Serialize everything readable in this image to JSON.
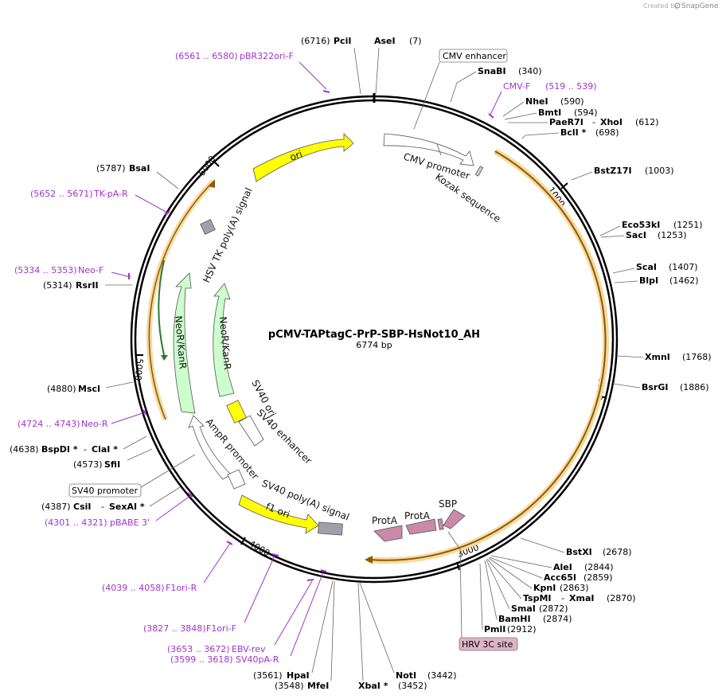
{
  "watermark": {
    "created_by": "Created by",
    "brand": "SnapGene"
  },
  "plasmid": {
    "name": "pCMV-TAPtagC-PrP-SBP-HsNot10_AH",
    "length": "6774 bp"
  },
  "ticks": [
    "1000",
    "2000",
    "3000",
    "4000",
    "5000",
    "6000"
  ],
  "sites": [
    {
      "pos": "(6716)",
      "name": "PciI"
    },
    {
      "pos": "(7)",
      "name": "AseI"
    },
    {
      "pos": "(340)",
      "name": "SnaBI"
    },
    {
      "pos": "(590)",
      "name": "NheI"
    },
    {
      "pos": "(594)",
      "name": "BmtI"
    },
    {
      "pos": "(612)",
      "name": "PaeR7I",
      "name2": "XhoI"
    },
    {
      "pos": "(698)",
      "name": "BclI *"
    },
    {
      "pos": "(1003)",
      "name": "BstZ17I"
    },
    {
      "pos": "(1251)",
      "name": "Eco53kI"
    },
    {
      "pos": "(1253)",
      "name": "SacI"
    },
    {
      "pos": "(1407)",
      "name": "ScaI"
    },
    {
      "pos": "(1462)",
      "name": "BlpI"
    },
    {
      "pos": "(1768)",
      "name": "XmnI"
    },
    {
      "pos": "(1886)",
      "name": "BsrGI"
    },
    {
      "pos": "(2678)",
      "name": "BstXI"
    },
    {
      "pos": "(2844)",
      "name": "AleI"
    },
    {
      "pos": "(2859)",
      "name": "Acc65I"
    },
    {
      "pos": "(2863)",
      "name": "KpnI"
    },
    {
      "pos": "(2870)",
      "name": "TspMI",
      "name2": "XmaI"
    },
    {
      "pos": "(2872)",
      "name": "SmaI"
    },
    {
      "pos": "(2874)",
      "name": "BamHI"
    },
    {
      "pos": "(2912)",
      "name": "PmlI"
    },
    {
      "pos": "(3442)",
      "name": "NotI"
    },
    {
      "pos": "(3452)",
      "name": "XbaI *"
    },
    {
      "pos": "(3548)",
      "name": "MfeI"
    },
    {
      "pos": "(3561)",
      "name": "HpaI"
    },
    {
      "pos": "(4387)",
      "name": "CsiI",
      "name2": "SexAI *"
    },
    {
      "pos": "(4573)",
      "name": "SfiI"
    },
    {
      "pos": "(4638)",
      "name": "BspDI *",
      "name2": "ClaI *"
    },
    {
      "pos": "(4880)",
      "name": "MscI"
    },
    {
      "pos": "(5314)",
      "name": "RsrII"
    },
    {
      "pos": "(5787)",
      "name": "BsaI"
    }
  ],
  "primers": [
    {
      "range": "(6561 .. 6580)",
      "name": "pBR322ori-F"
    },
    {
      "range": "(519 .. 539)",
      "name": "CMV-F"
    },
    {
      "range": "(5652 .. 5671)",
      "name": "TK-pA-R"
    },
    {
      "range": "(5334 .. 5353)",
      "name": "Neo-F"
    },
    {
      "range": "(4724 .. 4743)",
      "name": "Neo-R"
    },
    {
      "range": "(4301 .. 4321)",
      "name": "pBABE 3'"
    },
    {
      "range": "(4039 .. 4058)",
      "name": "F1ori-R"
    },
    {
      "range": "(3827 .. 3848)",
      "name": "F1ori-F"
    },
    {
      "range": "(3653 .. 3672)",
      "name": "EBV-rev"
    },
    {
      "range": "(3599 .. 3618)",
      "name": "SV40pA-R"
    }
  ],
  "boxed_features": {
    "cmv_enhancer": "CMV enhancer",
    "sv40_promoter": "SV40 promoter",
    "hrv_site": "HRV 3C site"
  },
  "features": {
    "ori": "ori",
    "cmv_promoter": "CMV promoter",
    "kozak": "Kozak sequence",
    "hsv_tk": "HSV TK poly(A) signal",
    "neo_outer": "NeoR/KanR",
    "neo_inner": "NeoR/KanR",
    "sv40_ori": "SV40 ori",
    "sv40_enh": "SV40 enhancer",
    "ampr_prom": "AmpR promoter",
    "sv40_polya": "SV40 poly(A) signal",
    "f1_ori": "f1 ori",
    "prota1": "ProtA",
    "prota2": "ProtA",
    "sbp": "SBP"
  },
  "colors": {
    "orf": "#f5b041",
    "ori": "#ffff00",
    "neo": "#ccffcc",
    "tag": "#c98aa8",
    "primer": "#a233cc",
    "grey": "#999999"
  }
}
